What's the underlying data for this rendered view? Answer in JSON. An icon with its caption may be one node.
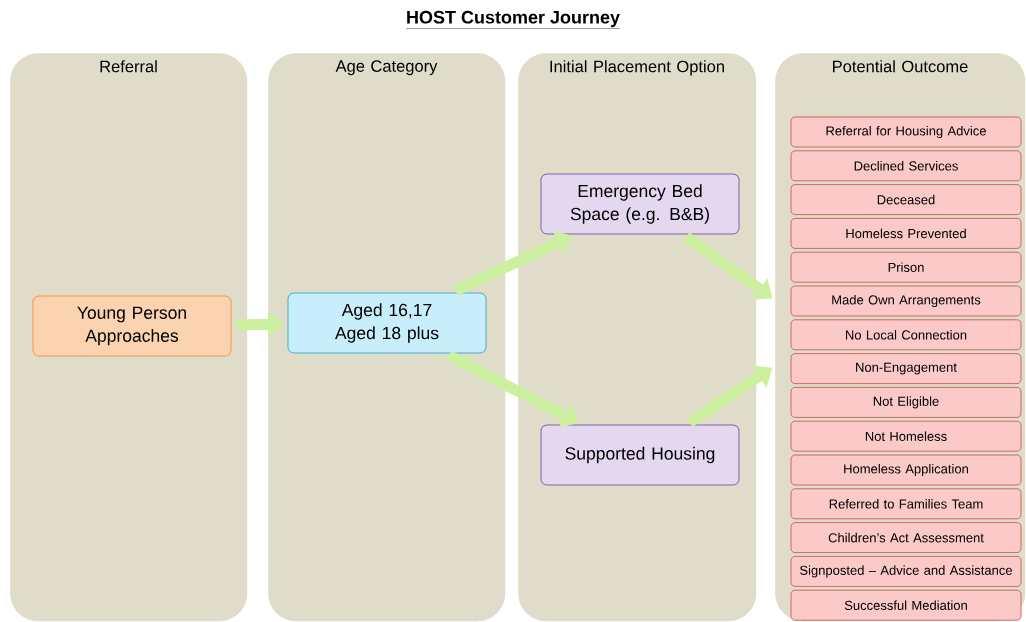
{
  "diagram": {
    "title": "HOST Customer Journey",
    "nodes": [
      {
        "text": [
          "Referral"
        ]
      },
      {
        "text": [
          "Age Category"
        ]
      },
      {
        "text": [
          "Initial Placement Option"
        ]
      },
      {
        "text": [
          "Potential Outcome"
        ]
      },
      {
        "text": [
          "Young Person Approaches"
        ],
        "in": 0
      },
      {
        "text": [
          "Aged 16,17 Aged 18 plus"
        ],
        "in": 1
      },
      {
        "text": [
          "Emergency Bed Space (e.g. B&B)"
        ],
        "in": 2
      },
      {
        "text": [
          "Supported Housing"
        ],
        "in": 2
      },
      {
        "text": [
          "Referral for Housing Advice"
        ],
        "in": 3
      },
      {
        "text": [
          "Declined Services"
        ],
        "in": 3
      },
      {
        "text": [
          "Deceased"
        ],
        "in": 3
      },
      {
        "text": [
          "Homeless Prevented"
        ],
        "in": 3
      },
      {
        "text": [
          "Prison"
        ],
        "in": 3
      },
      {
        "text": [
          "Made Own Arrangements"
        ],
        "in": 3
      },
      {
        "text": [
          "No Local Connection"
        ],
        "in": 3
      },
      {
        "text": [
          "Non-Engagement"
        ],
        "in": 3
      },
      {
        "text": [
          "Not Eligible"
        ],
        "in": 3
      },
      {
        "text": [
          "Not Homeless"
        ],
        "in": 3
      },
      {
        "text": [
          "Homeless Application"
        ],
        "in": 3
      },
      {
        "text": [
          "Referred to Families Team"
        ],
        "in": 3
      },
      {
        "text": [
          "Children’s Act Assessment"
        ],
        "in": 3
      },
      {
        "text": [
          "Signposted – Advice and Assistance"
        ],
        "in": 3
      },
      {
        "text": [
          "Successful Mediation"
        ],
        "in": 3
      }
    ],
    "edges": [
      {
        "from": 4,
        "to": 5,
        "arrow": "to"
      },
      {
        "from": 5,
        "to": 6,
        "arrow": "to"
      },
      {
        "from": 5,
        "to": 7,
        "arrow": "to"
      },
      {
        "from": 6,
        "to": 3,
        "arrow": "to"
      },
      {
        "from": 7,
        "to": 3,
        "arrow": "to"
      }
    ]
  }
}
